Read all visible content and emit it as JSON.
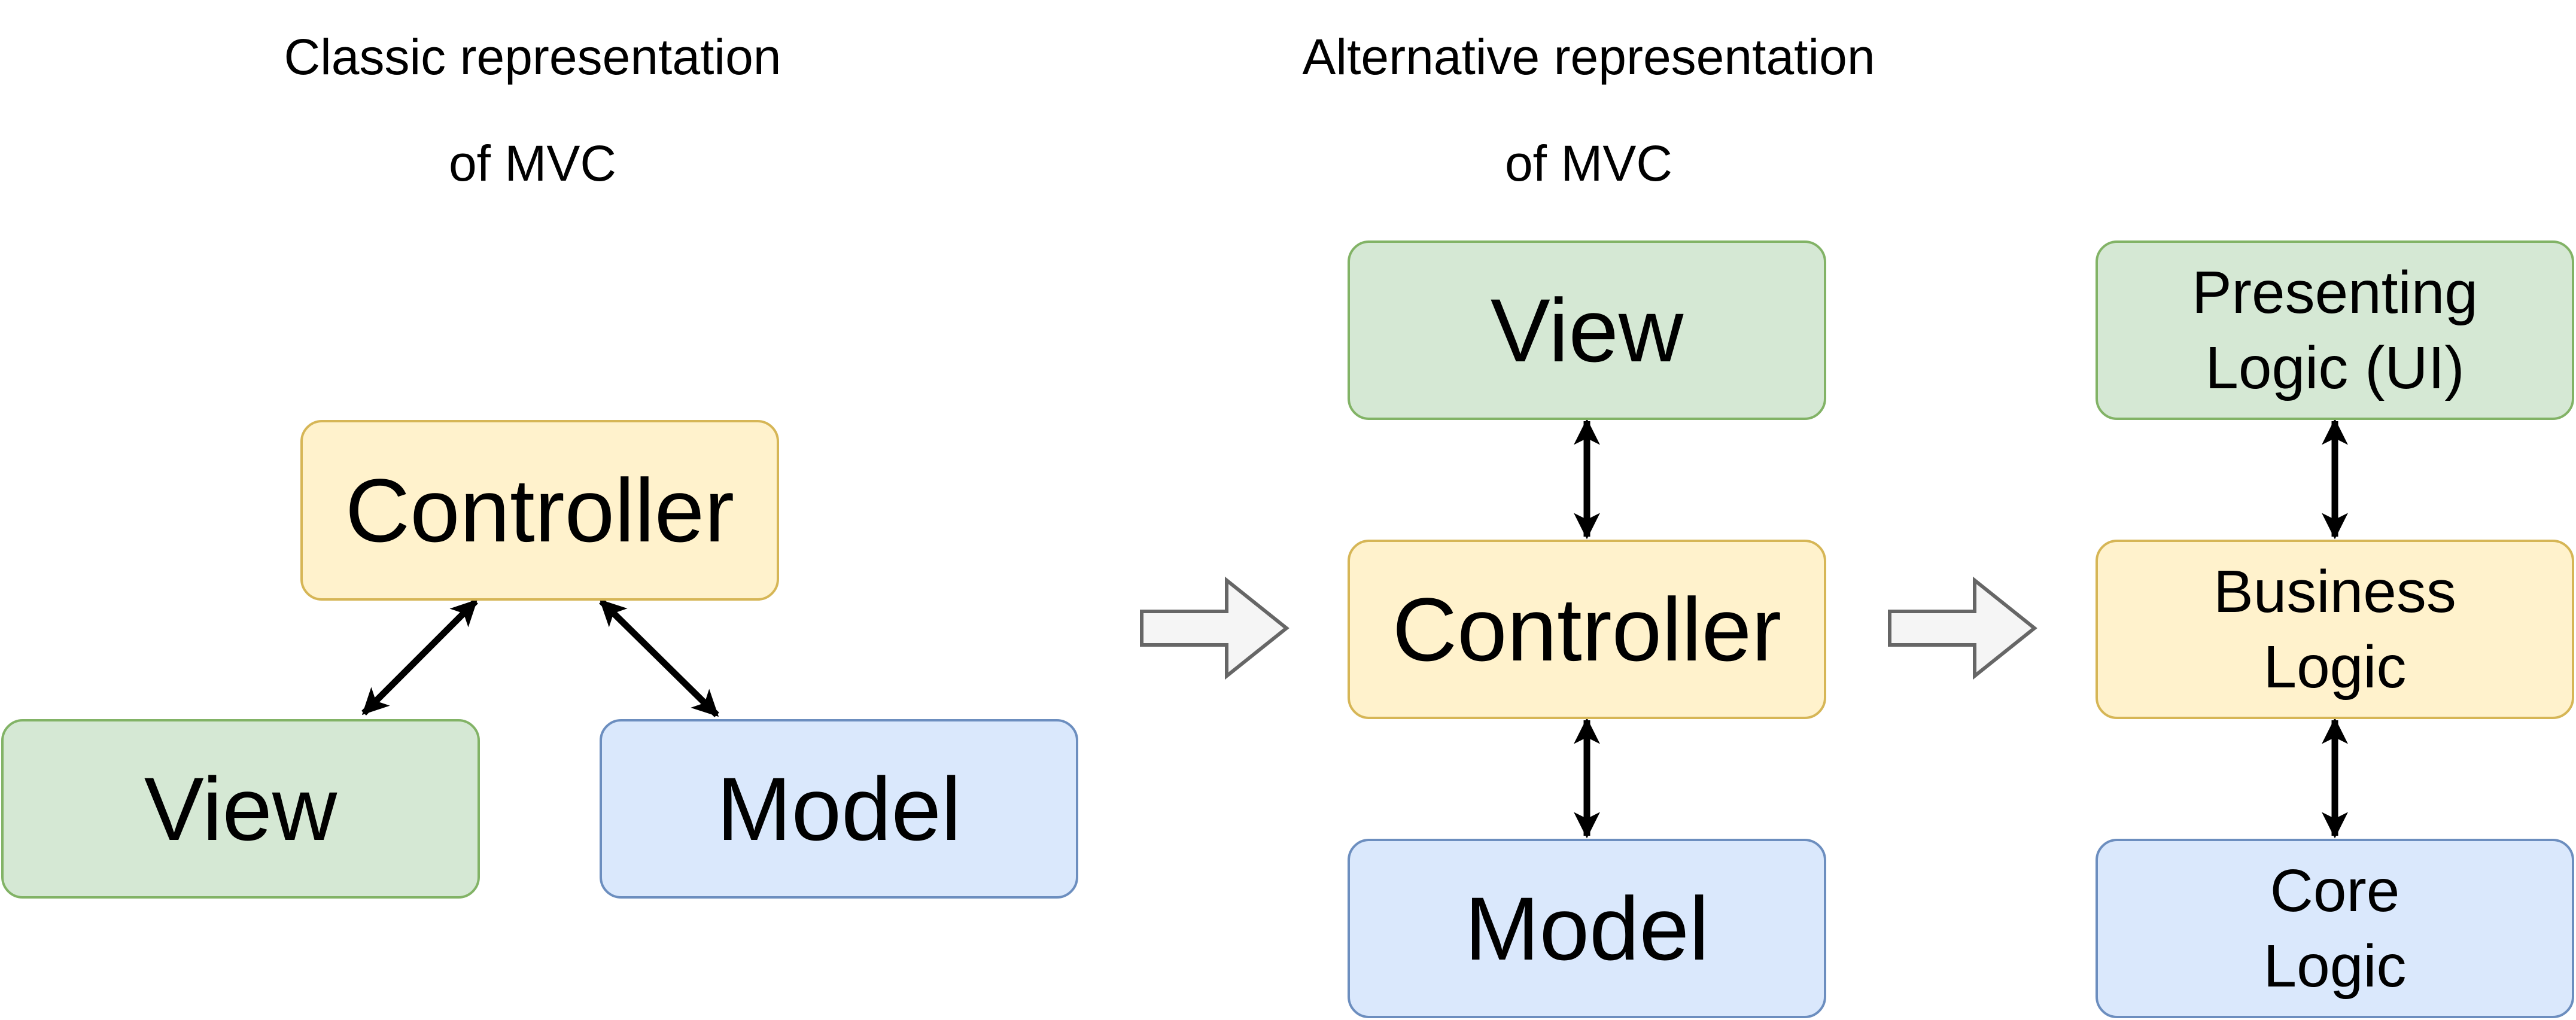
{
  "captions": {
    "classic": [
      "Classic representation",
      "of MVC"
    ],
    "alternative": [
      "Alternative representation",
      "of MVC"
    ]
  },
  "classic": {
    "controller": "Controller",
    "view": "View",
    "model": "Model"
  },
  "alternative": {
    "view": "View",
    "controller": "Controller",
    "model": "Model"
  },
  "logic": {
    "presenting": [
      "Presenting",
      "Logic (UI)"
    ],
    "business": [
      "Business",
      "Logic"
    ],
    "core": [
      "Core",
      "Logic"
    ]
  },
  "colors": {
    "green_fill": "#d5e8d4",
    "green_border": "#82b366",
    "yellow_fill": "#fff2cc",
    "yellow_border": "#d6b656",
    "blue_fill": "#dae8fc",
    "blue_border": "#6c8ebf",
    "arrow": "#000000",
    "block_arrow_fill": "#f5f5f5",
    "block_arrow_border": "#666666"
  }
}
